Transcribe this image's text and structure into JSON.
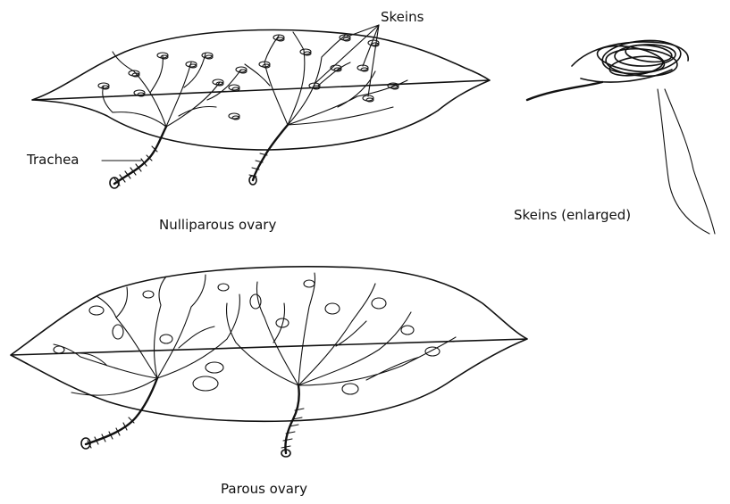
{
  "labels": {
    "skeins": "Skeins",
    "trachea": "Trachea",
    "nulliparous": "Nulliparous ovary",
    "skeins_enlarged": "Skeins (enlarged)",
    "parous": "Parous ovary"
  }
}
